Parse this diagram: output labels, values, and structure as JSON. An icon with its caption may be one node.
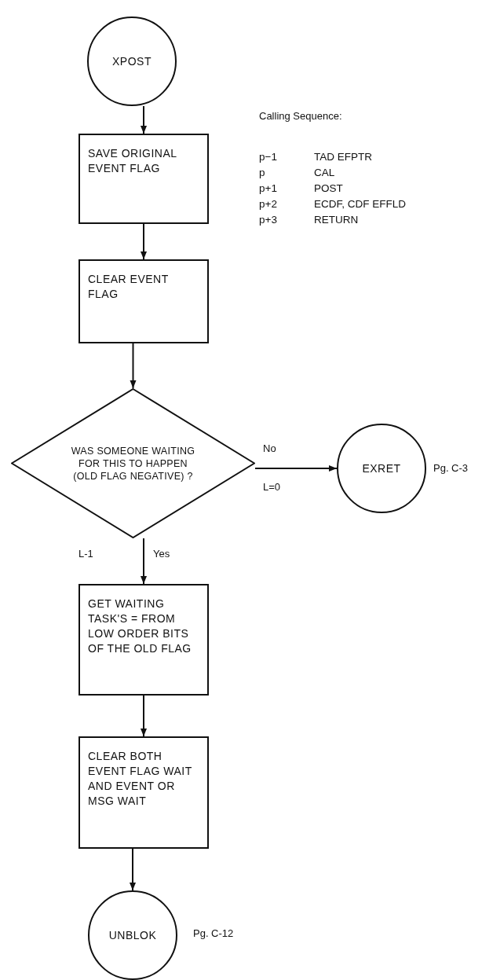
{
  "diagram": {
    "nodes": [
      {
        "text": [
          "XPOST"
        ]
      },
      {
        "text": [
          "SAVE ORIGINAL EVENT FLAG"
        ]
      },
      {
        "text": [
          "CLEAR EVENT FLAG"
        ]
      },
      {
        "text": [
          "WAS SOMEONE WAITING FOR THIS TO HAPPEN (OLD FLAG NEGATIVE) ?"
        ]
      },
      {
        "text": [
          "EXRET"
        ],
        "beside": [
          "Pg. C-3"
        ]
      },
      {
        "text": [
          "GET WAITING TASK'S = FROM LOW ORDER BITS OF THE OLD FLAG"
        ]
      },
      {
        "text": [
          "CLEAR BOTH EVENT FLAG WAIT AND EVENT OR MSG WAIT"
        ]
      },
      {
        "text": [
          "UNBLOK"
        ],
        "beside": [
          "Pg. C-12"
        ]
      }
    ],
    "edges": [
      {
        "from": 0,
        "to": 1,
        "arrow": "to"
      },
      {
        "from": 1,
        "to": 2,
        "arrow": "to"
      },
      {
        "from": 2,
        "to": 3,
        "arrow": "to"
      },
      {
        "from": 3,
        "to": 4,
        "arrow": "to",
        "label": "No"
      },
      {
        "from": 3,
        "to": 5,
        "arrow": "to",
        "label": "Yes"
      },
      {
        "from": 5,
        "to": 6,
        "arrow": "to"
      },
      {
        "from": 6,
        "to": 7,
        "arrow": "to"
      }
    ],
    "labels": [
      "Calling Sequence:",
      "p−1",
      "TAD EFPTR",
      "p",
      "CAL",
      "p+1",
      "POST",
      "p+2",
      "ECDF, CDF EFFLD",
      "p+3",
      "RETURN",
      "L=0",
      "L-1"
    ]
  }
}
